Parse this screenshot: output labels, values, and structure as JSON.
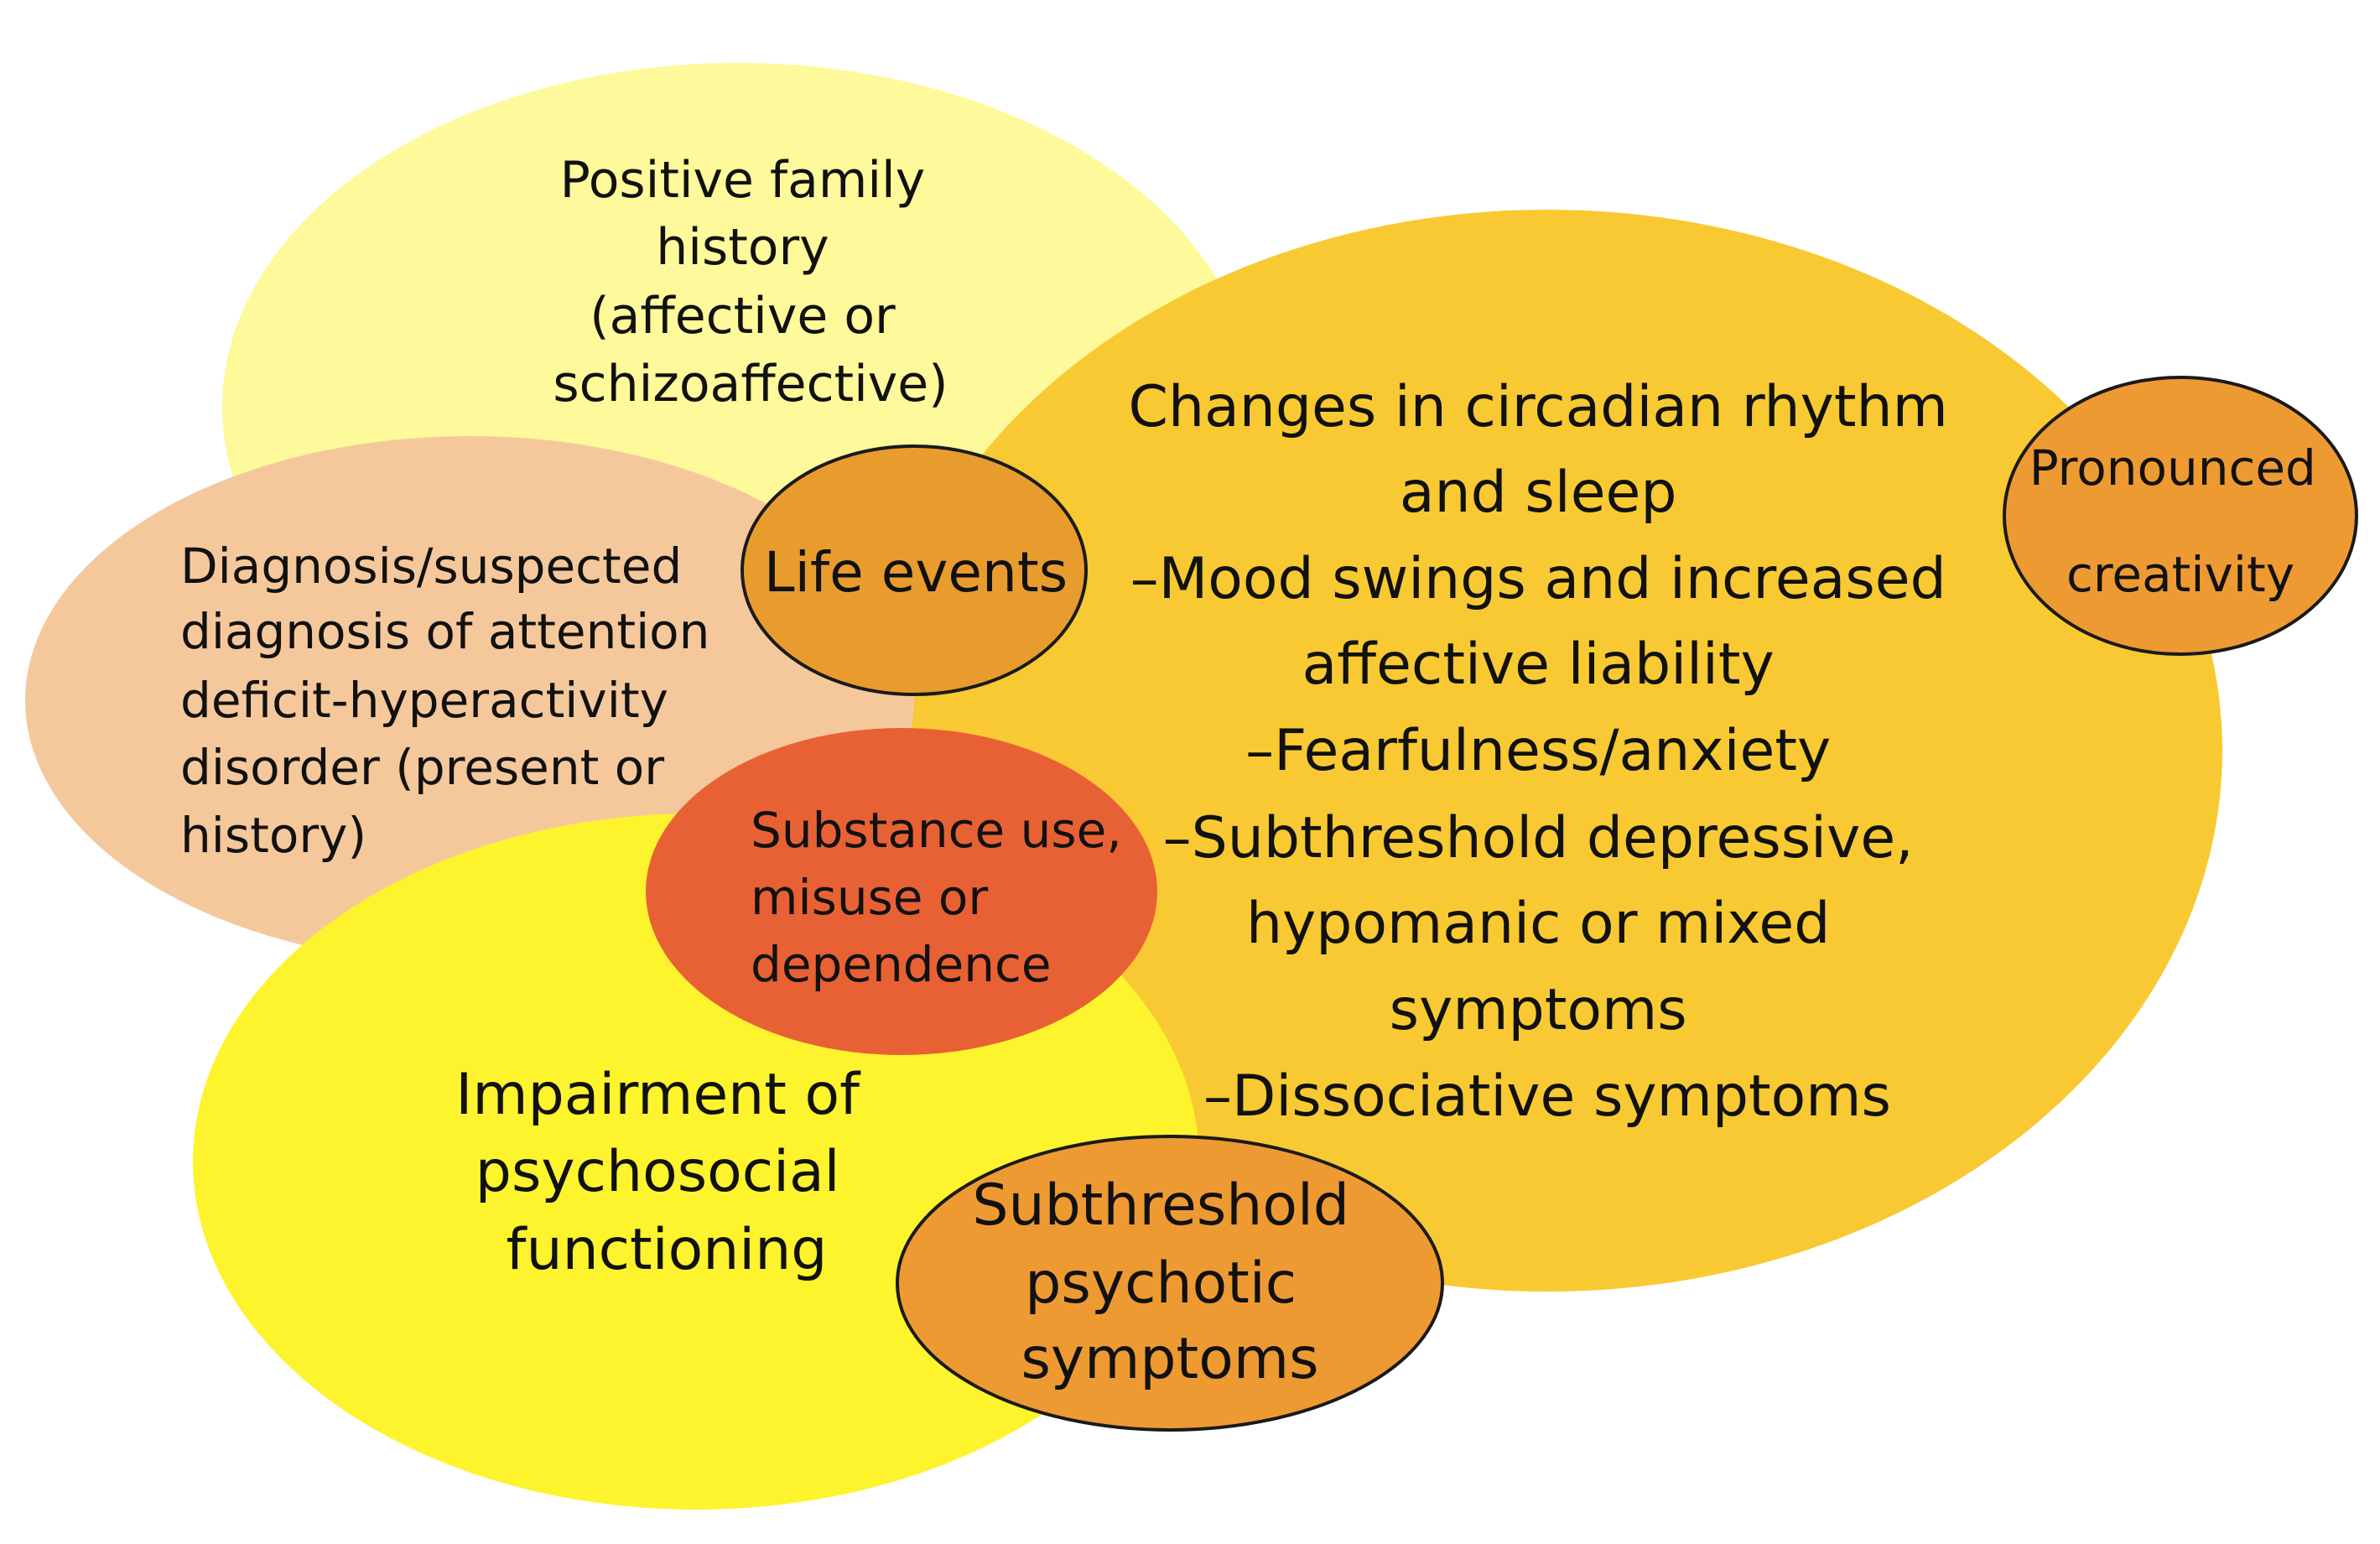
{
  "colors": {
    "family_history": "#FEF99A",
    "circadian": "#F8C932",
    "adhd": "#F5C89C",
    "psychosocial": "#FDF42E",
    "life_events": "#E99C2E",
    "substance": "#E86134",
    "psychotic": "#EE9A33",
    "creativity": "#EE9A33"
  },
  "bubbles": {
    "family_history": {
      "lines": [
        "Positive family",
        "history",
        "(affective or",
        "schizoaffective)"
      ]
    },
    "circadian": {
      "lines": [
        "Changes in circadian rhythm",
        "and sleep",
        "–Mood swings and increased",
        "affective liability",
        "–Fearfulness/anxiety",
        "–Subthreshold depressive,",
        "hypomanic or mixed",
        "symptoms",
        "–Dissociative symptoms"
      ]
    },
    "adhd": {
      "lines": [
        "Diagnosis/suspected",
        "diagnosis of attention",
        "deficit-hyperactivity",
        "disorder (present or",
        "history)"
      ]
    },
    "psychosocial": {
      "lines": [
        "Impairment of",
        "psychosocial",
        "functioning"
      ]
    },
    "life_events": {
      "lines": [
        "Life events"
      ]
    },
    "substance": {
      "lines": [
        "Substance use,",
        "misuse or",
        "dependence"
      ]
    },
    "psychotic": {
      "lines": [
        "Subthreshold",
        "psychotic",
        "symptoms"
      ]
    },
    "creativity": {
      "lines": [
        "Pronounced",
        "creativity"
      ]
    }
  }
}
